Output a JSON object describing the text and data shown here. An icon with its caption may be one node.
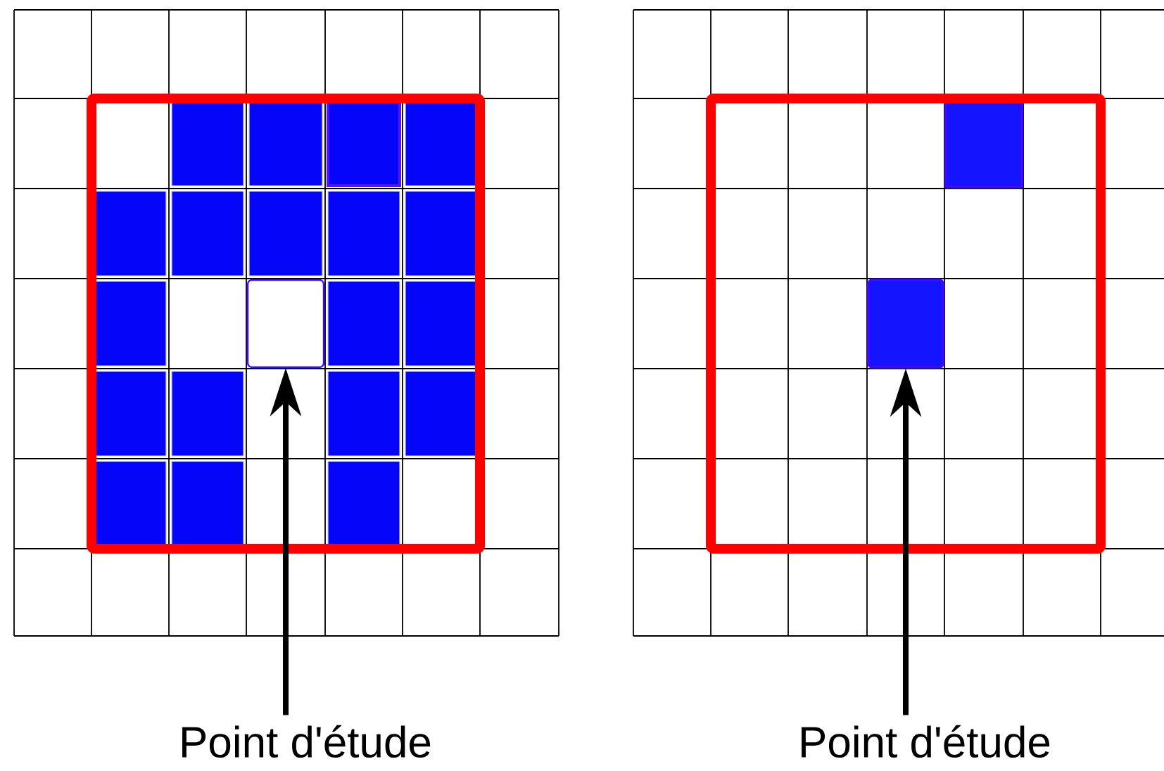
{
  "diagram": {
    "nodes": [
      {
        "text": [],
        "shape": "box"
      },
      {
        "text": [],
        "shape": "box"
      },
      {
        "text": [
          "Point d'étude"
        ]
      },
      {
        "text": [
          "Point d'étude"
        ]
      }
    ],
    "edges": [
      {
        "from": 2,
        "to": 0,
        "arrow": "to"
      },
      {
        "from": 3,
        "to": 1,
        "arrow": "to"
      }
    ]
  }
}
